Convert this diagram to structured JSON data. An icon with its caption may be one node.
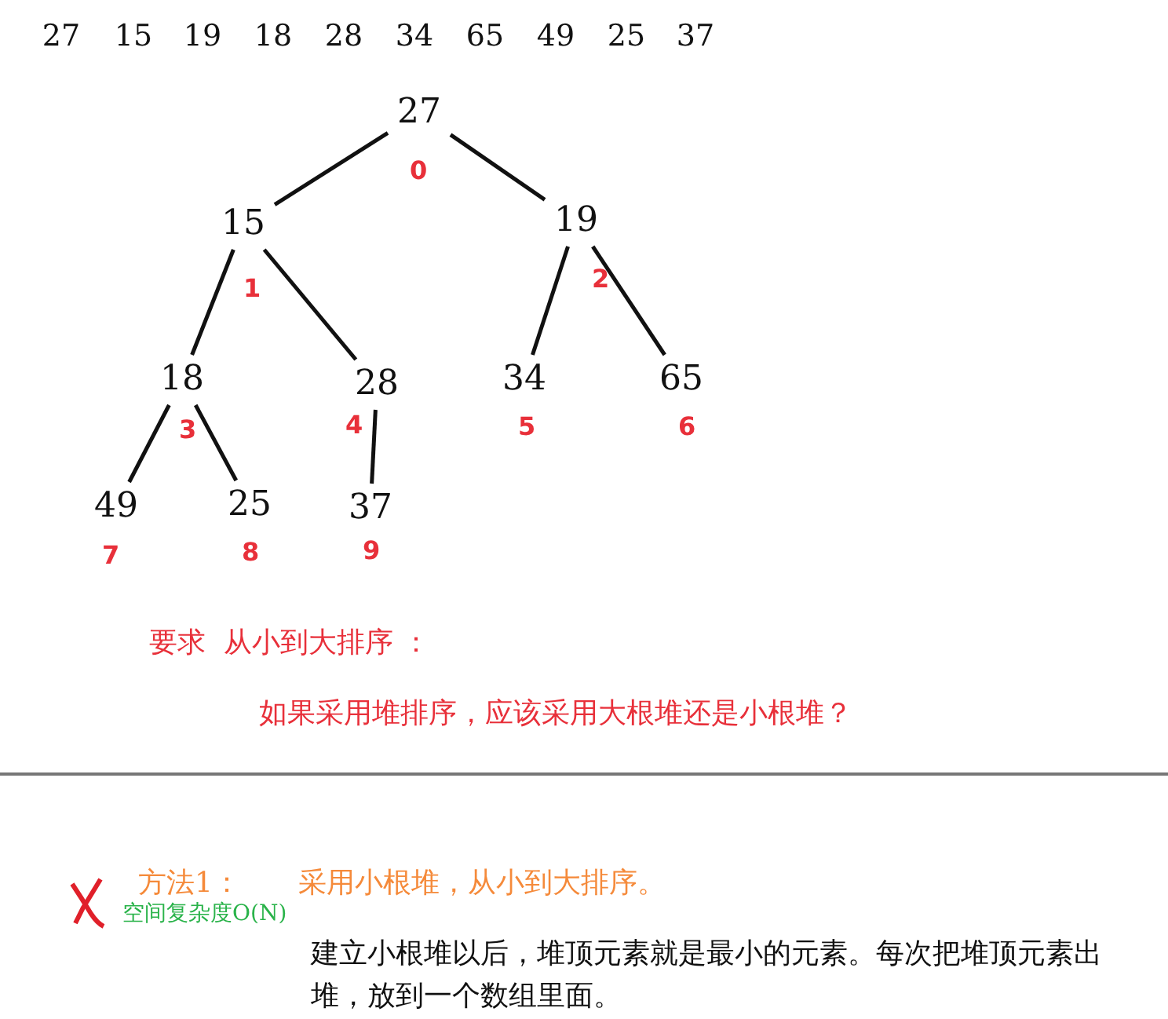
{
  "diagram": {
    "nodes": [
      {
        "text": [
          "27"
        ],
        "beside": [
          "0"
        ]
      },
      {
        "text": [
          "15"
        ],
        "beside": [
          "1"
        ]
      },
      {
        "text": [
          "19"
        ],
        "beside": [
          "2"
        ]
      },
      {
        "text": [
          "18"
        ],
        "beside": [
          "3"
        ]
      },
      {
        "text": [
          "28"
        ],
        "beside": [
          "4"
        ]
      },
      {
        "text": [
          "34"
        ],
        "beside": [
          "5"
        ]
      },
      {
        "text": [
          "65"
        ],
        "beside": [
          "6"
        ]
      },
      {
        "text": [
          "49"
        ],
        "beside": [
          "7"
        ]
      },
      {
        "text": [
          "25"
        ],
        "beside": [
          "8"
        ]
      },
      {
        "text": [
          "37"
        ],
        "beside": [
          "9"
        ]
      }
    ],
    "edges": [
      {
        "from": 0,
        "to": 1,
        "arrow": "none"
      },
      {
        "from": 0,
        "to": 2,
        "arrow": "none"
      },
      {
        "from": 1,
        "to": 3,
        "arrow": "none"
      },
      {
        "from": 1,
        "to": 4,
        "arrow": "none"
      },
      {
        "from": 2,
        "to": 5,
        "arrow": "none"
      },
      {
        "from": 2,
        "to": 6,
        "arrow": "none"
      },
      {
        "from": 3,
        "to": 7,
        "arrow": "none"
      },
      {
        "from": 3,
        "to": 8,
        "arrow": "none"
      },
      {
        "from": 4,
        "to": 9,
        "arrow": "none"
      }
    ],
    "labels": [
      "27",
      "15",
      "19",
      "18",
      "28",
      "34",
      "65",
      "49",
      "25",
      "37",
      "要求  从小到大排序 ：",
      "如果采用堆排序，应该采用大根堆还是小根堆？",
      "方法1：",
      "采用小根堆，从小到大排序。",
      "空间复杂度O(N)",
      "建立小根堆以后，堆顶元素就是最小的元素。每次把堆顶元素出堆，放到一个数组里面。"
    ]
  }
}
